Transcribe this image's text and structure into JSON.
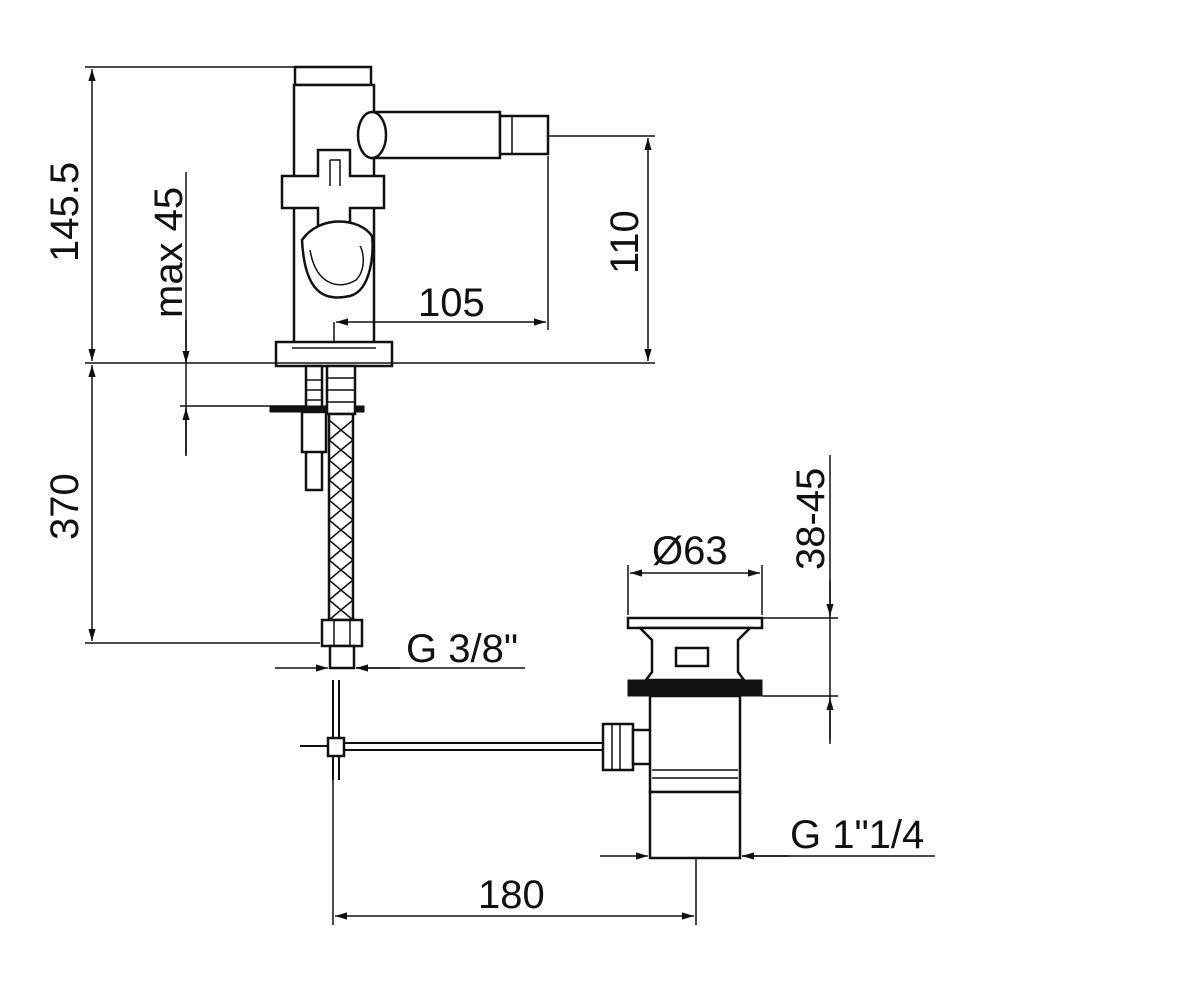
{
  "diagram": {
    "ink_color": "#111111",
    "background_color": "#ffffff",
    "dimensions": {
      "total_height": "145.5",
      "max_deck_thickness": "max 45",
      "spout_height": "110",
      "spout_reach": "105",
      "hose_length": "370",
      "hose_connection": "G 3/8\"",
      "waste_diameter": "Ø63",
      "waste_deck_range": "38-45",
      "waste_thread": "G 1\"1/4",
      "pop_up_distance": "180"
    }
  }
}
